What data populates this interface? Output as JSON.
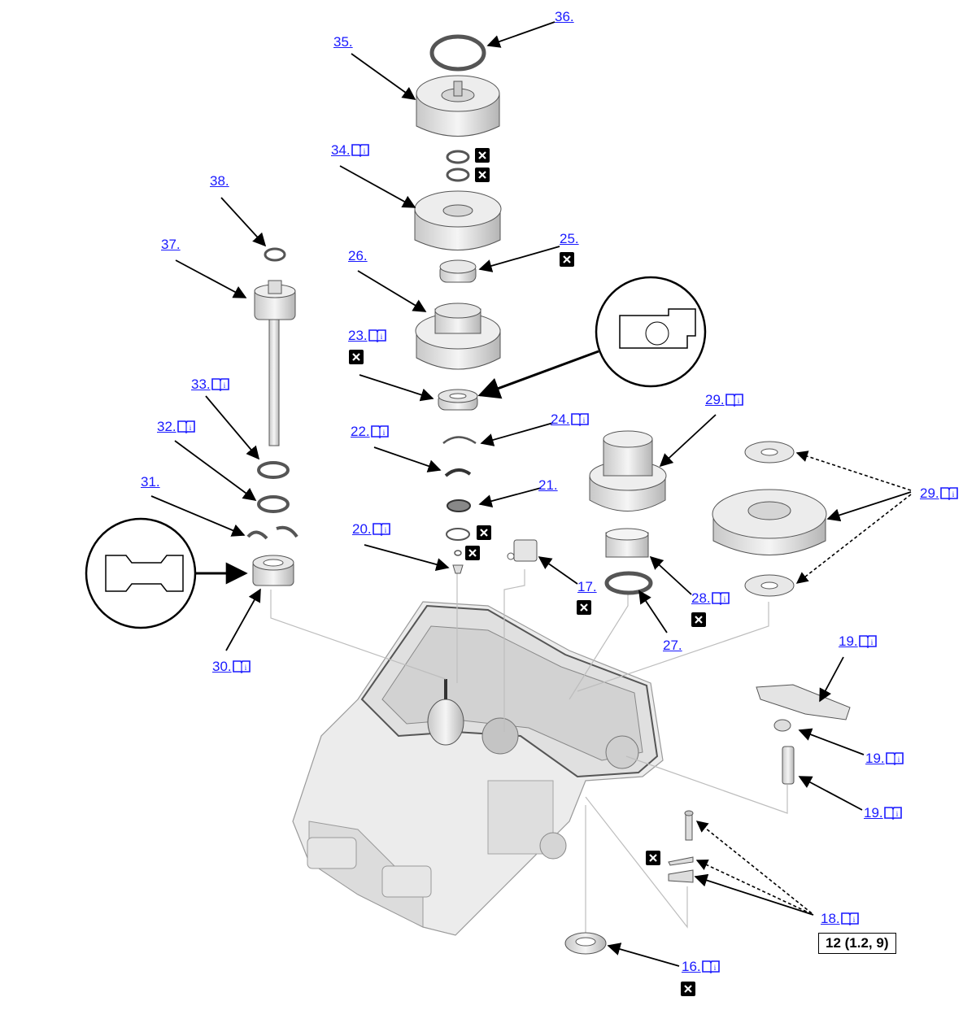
{
  "diagram": {
    "callouts": [
      {
        "id": "c36",
        "label": "36.",
        "book": false
      },
      {
        "id": "c35",
        "label": "35.",
        "book": false
      },
      {
        "id": "c34",
        "label": "34.",
        "book": true
      },
      {
        "id": "c38",
        "label": "38.",
        "book": false
      },
      {
        "id": "c37",
        "label": "37.",
        "book": false
      },
      {
        "id": "c26",
        "label": "26.",
        "book": false
      },
      {
        "id": "c25",
        "label": "25.",
        "book": false
      },
      {
        "id": "c23",
        "label": "23.",
        "book": true
      },
      {
        "id": "c33",
        "label": "33.",
        "book": true
      },
      {
        "id": "c32",
        "label": "32.",
        "book": true
      },
      {
        "id": "c22",
        "label": "22.",
        "book": true
      },
      {
        "id": "c24",
        "label": "24.",
        "book": true
      },
      {
        "id": "c29a",
        "label": "29.",
        "book": true
      },
      {
        "id": "c29b",
        "label": "29.",
        "book": true
      },
      {
        "id": "c31",
        "label": "31.",
        "book": false
      },
      {
        "id": "c21",
        "label": "21.",
        "book": false
      },
      {
        "id": "c20",
        "label": "20.",
        "book": true
      },
      {
        "id": "c17",
        "label": "17.",
        "book": false
      },
      {
        "id": "c28",
        "label": "28.",
        "book": true
      },
      {
        "id": "c27",
        "label": "27.",
        "book": false
      },
      {
        "id": "c30",
        "label": "30.",
        "book": true
      },
      {
        "id": "c19a",
        "label": "19.",
        "book": true
      },
      {
        "id": "c19b",
        "label": "19.",
        "book": true
      },
      {
        "id": "c19c",
        "label": "19.",
        "book": true
      },
      {
        "id": "c18",
        "label": "18.",
        "book": true
      },
      {
        "id": "c16",
        "label": "16.",
        "book": true
      }
    ],
    "torque_spec": "12 (1.2, 9)",
    "icons": {
      "book": "manual-book-icon",
      "replace": "replace-part-icon"
    },
    "colors": {
      "link": "#1a1aff",
      "line": "#000000",
      "part_gray": "#d9d9d9",
      "leader_gray": "#bdbdbd"
    }
  }
}
